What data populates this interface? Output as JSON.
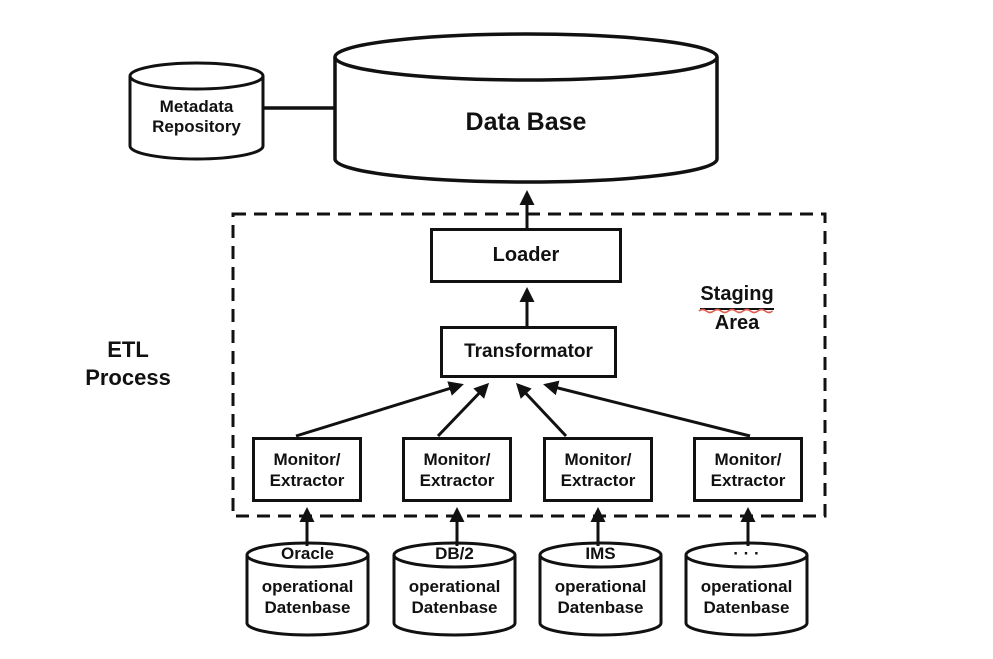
{
  "diagram": {
    "background": "#ffffff",
    "ink": "#111111",
    "squiggle_color": "#e05a4e",
    "etl_label": {
      "line1": "ETL",
      "line2": "Process"
    },
    "staging_label": {
      "line1": "Staging",
      "line2": "Area"
    },
    "database": {
      "label": "Data Base"
    },
    "metadata_repository": {
      "line1": "Metadata",
      "line2": "Repository"
    },
    "loader": {
      "label": "Loader"
    },
    "transformator": {
      "label": "Transformator"
    },
    "monitors": [
      {
        "line1": "Monitor/",
        "line2": "Extractor"
      },
      {
        "line1": "Monitor/",
        "line2": "Extractor"
      },
      {
        "line1": "Monitor/",
        "line2": "Extractor"
      },
      {
        "line1": "Monitor/",
        "line2": "Extractor"
      }
    ],
    "sources": [
      {
        "name": "Oracle",
        "line1": "operational",
        "line2": "Datenbase"
      },
      {
        "name": "DB/2",
        "line1": "operational",
        "line2": "Datenbase"
      },
      {
        "name": "IMS",
        "line1": "operational",
        "line2": "Datenbase"
      },
      {
        "name": "· · ·",
        "line1": "operational",
        "line2": "Datenbase"
      }
    ]
  }
}
